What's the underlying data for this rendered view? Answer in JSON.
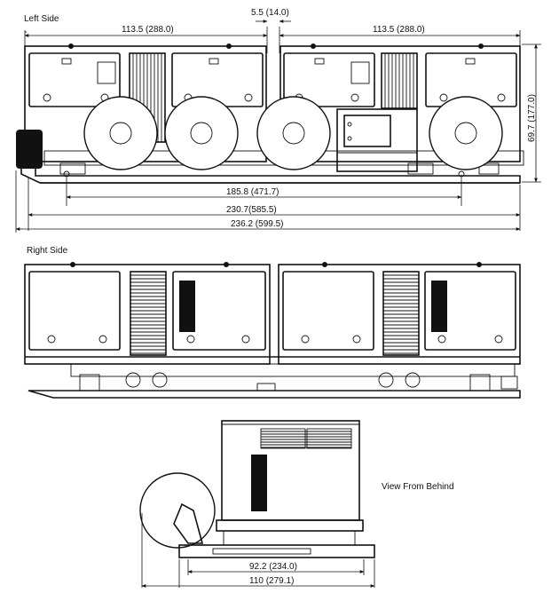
{
  "sections": {
    "left_side": "Left Side",
    "right_side": "Right Side",
    "view_from_behind": "View From Behind"
  },
  "dimensions": {
    "left_module_length": "113.5 (288.0)",
    "module_gap": "5.5 (14.0)",
    "right_module_length": "113.5 (288.0)",
    "height": "69.7 (177.0)",
    "axle_span": "185.8 (471.7)",
    "trailer_length": "230.7(585.5)",
    "overall_length": "236.2 (599.5)",
    "rear_inner_width": "92.2 (234.0)",
    "rear_overall_width": "110 (279.1)"
  },
  "colors": {
    "line": "#111111",
    "background": "#ffffff"
  }
}
